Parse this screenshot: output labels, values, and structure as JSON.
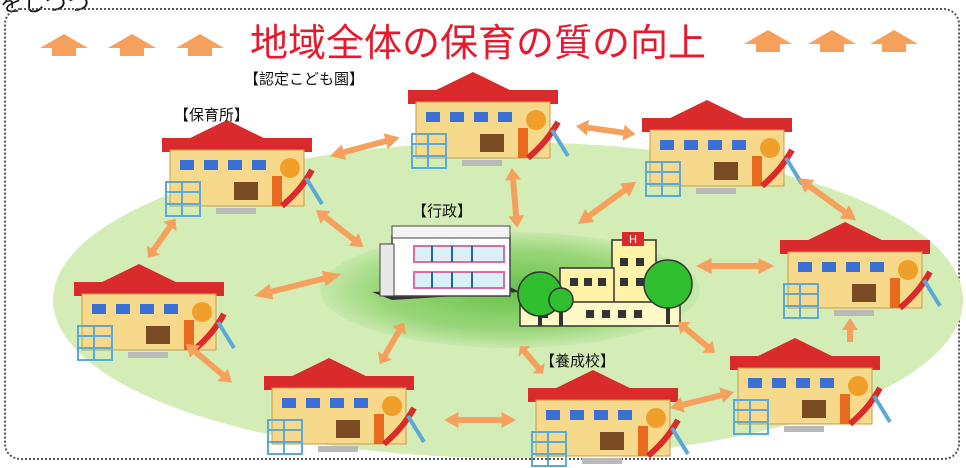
{
  "header": {
    "top_cut_text": "をしつつ",
    "title": "地域全体の保育の質の向上"
  },
  "labels": {
    "nursery_school": "【保育所】",
    "certified_center": "【認定こども園】",
    "administration": "【行政】",
    "training_school": "【養成校】"
  },
  "colors": {
    "title_red": "#e8192c",
    "arrow_orange": "#f5a15d",
    "field_green": "#cfeaa8",
    "center_green": "#8fd06a",
    "roof_red": "#d92b2b",
    "wall_yellow": "#f6d98a"
  },
  "icons": [
    "up-arrow-icon",
    "nursery-building-icon",
    "government-building-icon",
    "school-building-icon",
    "tree-icon"
  ]
}
